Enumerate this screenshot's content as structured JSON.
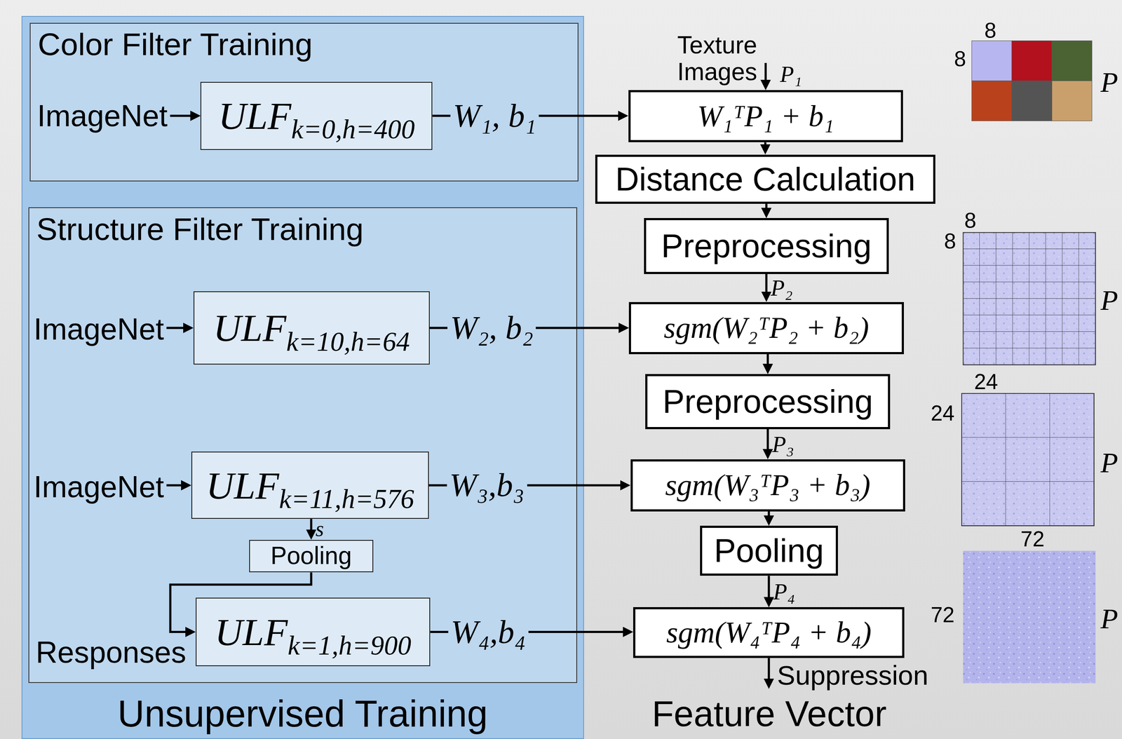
{
  "diagram": {
    "nodes": [
      {
        "text": [
          "Unsupervised Training"
        ]
      },
      {
        "text": [
          "Color Filter Training"
        ],
        "in": 0
      },
      {
        "text": [
          "ULF",
          "k=0,h=400"
        ],
        "in": 1
      },
      {
        "text": [
          "Structure Filter Training"
        ],
        "in": 0
      },
      {
        "text": [
          "ULF",
          "k=10,h=64"
        ],
        "in": 3
      },
      {
        "text": [
          "ULF",
          "k=11,h=576"
        ],
        "in": 3
      },
      {
        "text": [
          "Pooling"
        ],
        "in": 3
      },
      {
        "text": [
          "ULF",
          "k=1,h=900"
        ],
        "in": 3
      },
      {
        "text": [
          "W₁ᵀP₁ + b₁"
        ]
      },
      {
        "text": [
          "Distance Calculation"
        ]
      },
      {
        "text": [
          "Preprocessing"
        ]
      },
      {
        "text": [
          "sgm(W₂ᵀP₂ + b₂)"
        ]
      },
      {
        "text": [
          "Preprocessing"
        ]
      },
      {
        "text": [
          "sgm(W₃ᵀP₃ + b₃)"
        ]
      },
      {
        "text": [
          "Pooling"
        ]
      },
      {
        "text": [
          "sgm(W₄ᵀP₄ + b₄)"
        ]
      }
    ],
    "edges": [
      {
        "from": 2,
        "to": 8,
        "arrow": "to",
        "label": "W₁, b₁"
      },
      {
        "from": 4,
        "to": 11,
        "arrow": "to",
        "label": "W₂, b₂"
      },
      {
        "from": 5,
        "to": 13,
        "arrow": "to",
        "label": "W₃,b₃"
      },
      {
        "from": 7,
        "to": 15,
        "arrow": "to",
        "label": "W₄,b₄"
      },
      {
        "from": 5,
        "to": 6,
        "arrow": "to",
        "label": "s"
      },
      {
        "from": 6,
        "to": 7,
        "arrow": "to"
      },
      {
        "from": 8,
        "to": 9,
        "arrow": "to"
      },
      {
        "from": 9,
        "to": 10,
        "arrow": "to"
      },
      {
        "from": 10,
        "to": 11,
        "arrow": "to",
        "label": "P₂"
      },
      {
        "from": 11,
        "to": 12,
        "arrow": "to"
      },
      {
        "from": 12,
        "to": 13,
        "arrow": "to",
        "label": "P₃"
      },
      {
        "from": 13,
        "to": 14,
        "arrow": "to"
      },
      {
        "from": 14,
        "to": 15,
        "arrow": "to",
        "label": "P₄"
      }
    ],
    "labels": [
      "ImageNet",
      "ImageNet",
      "ImageNet",
      "Responses",
      "Texture Images",
      "P₁",
      "Suppression",
      "Feature Vector",
      "8",
      "8",
      "P",
      "8",
      "8",
      "P",
      "24",
      "24",
      "P",
      "72",
      "72",
      "P"
    ]
  }
}
